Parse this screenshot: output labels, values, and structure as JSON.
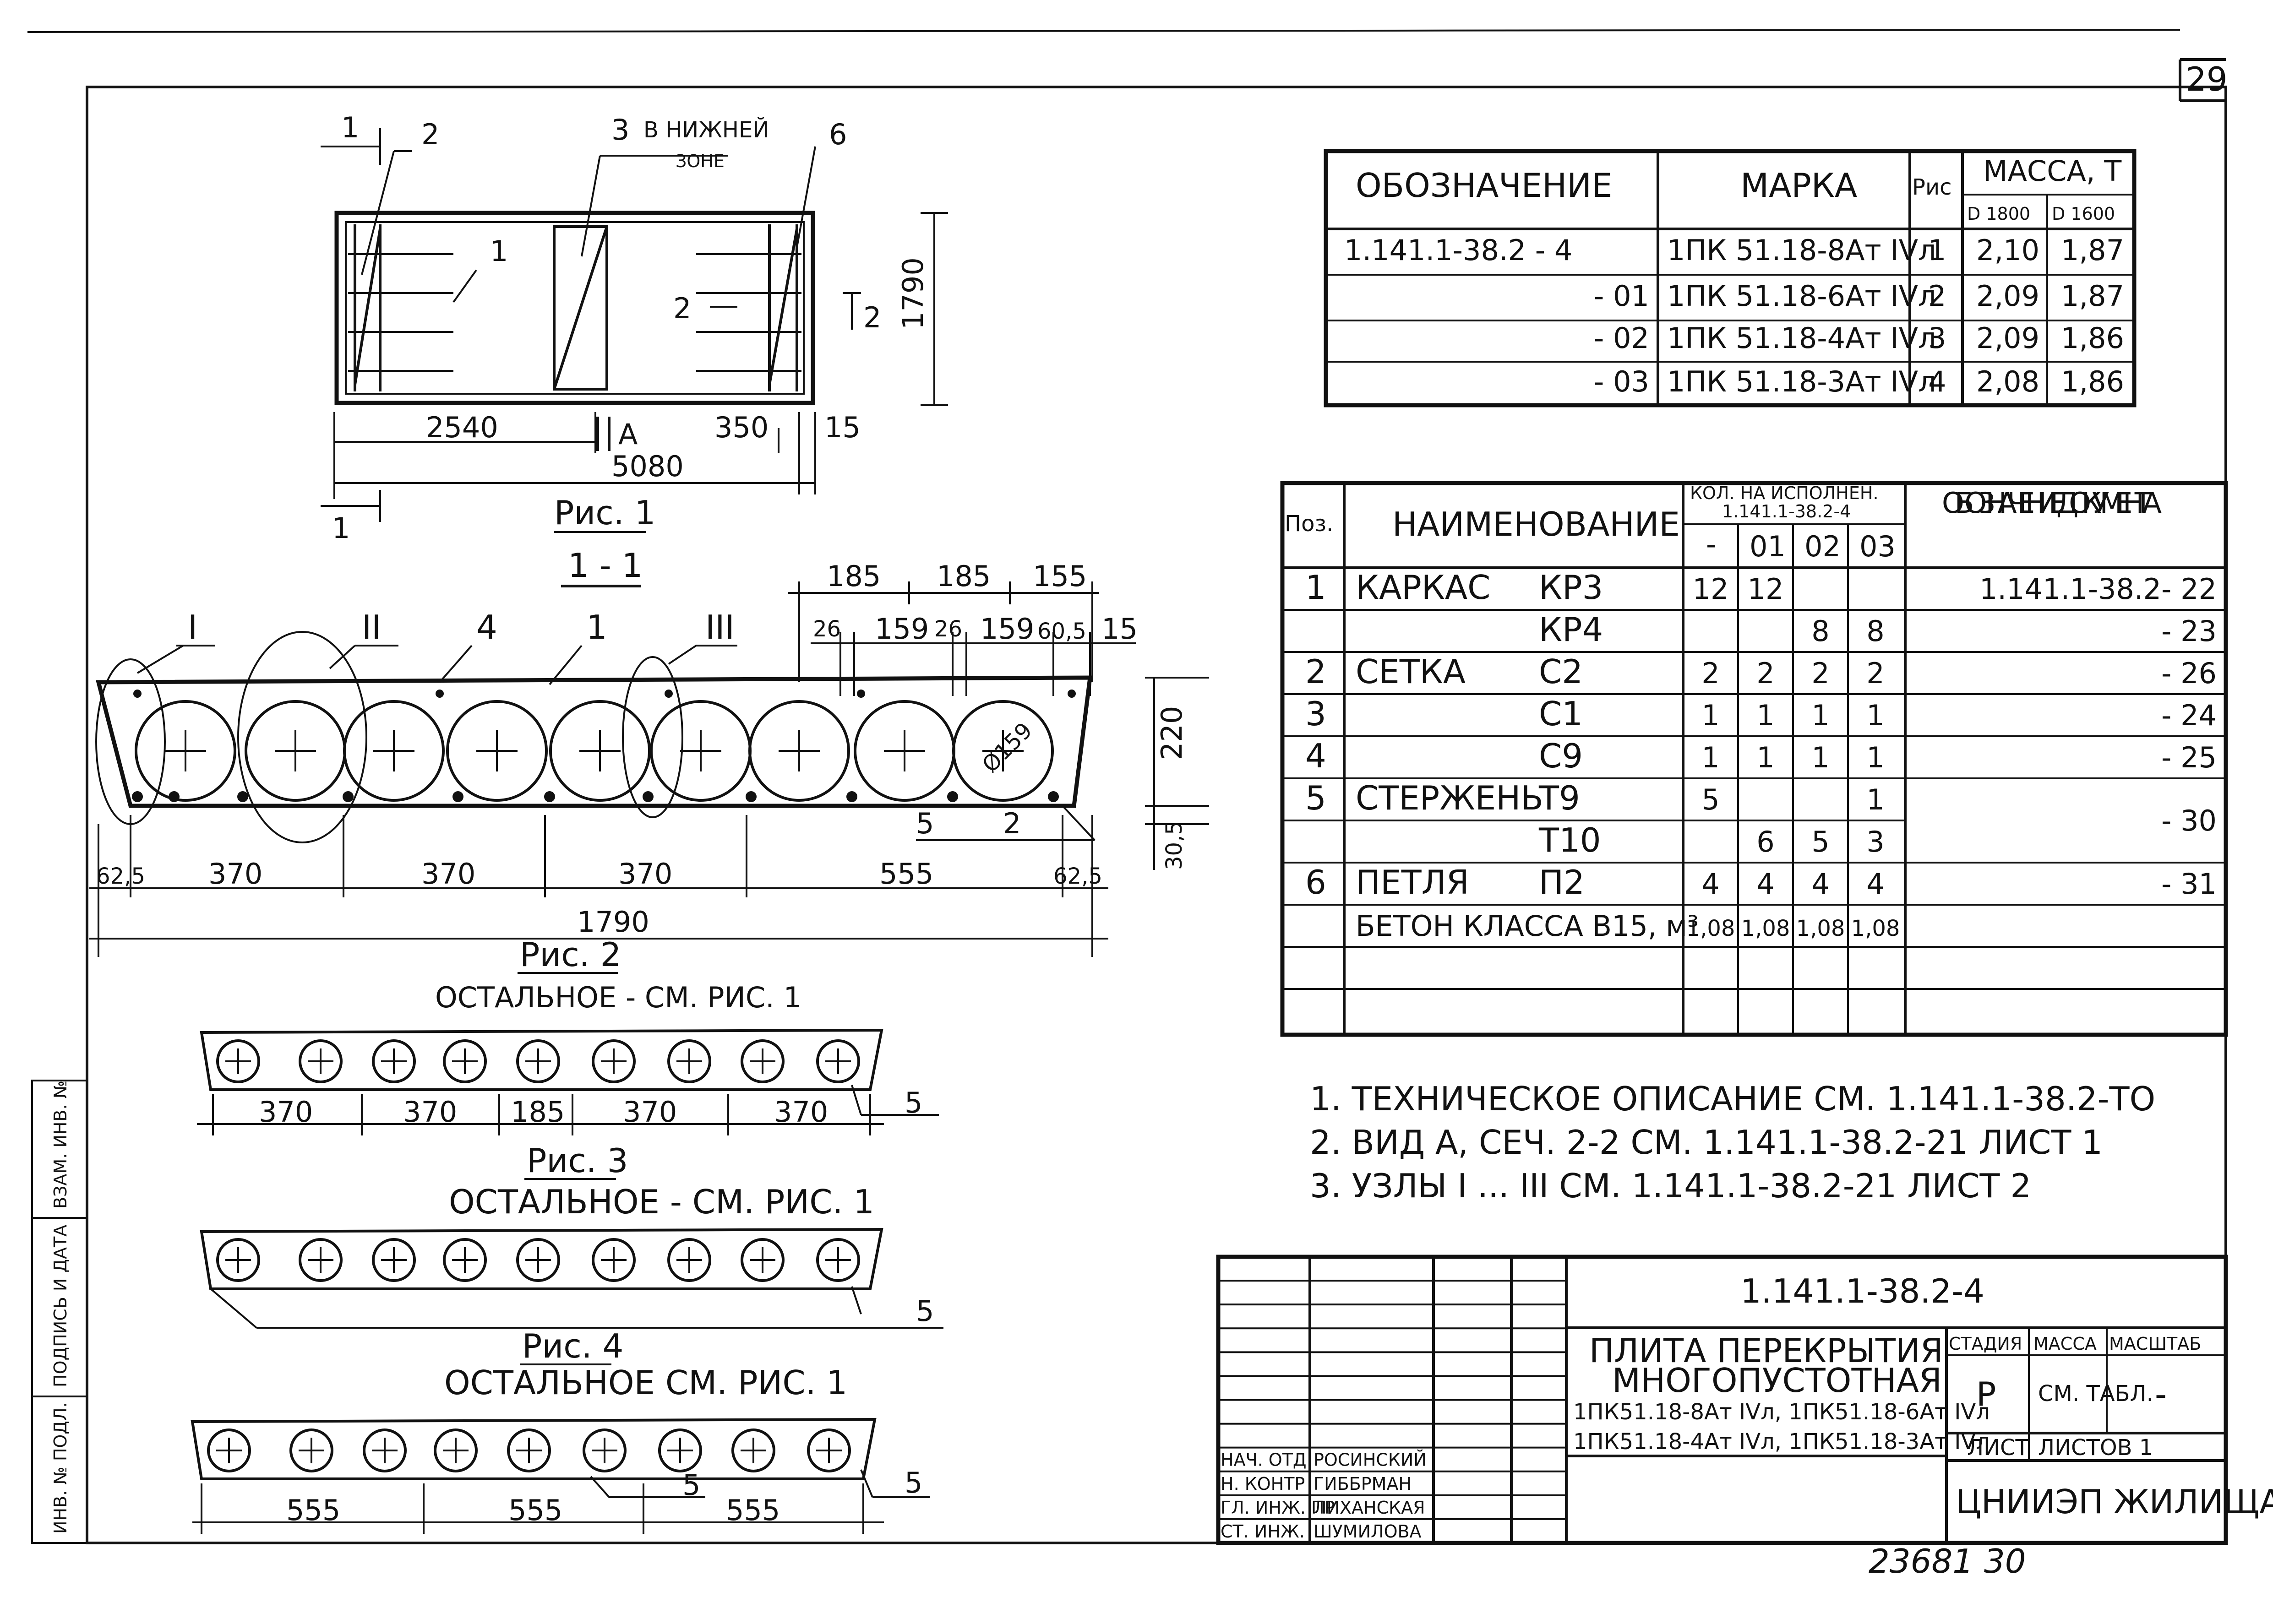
{
  "sheet_number": "29",
  "footer_numbers": "23681   30",
  "fig1": {
    "section_marker": "1",
    "callouts": [
      "2",
      "3",
      "В НИЖНЕЙ",
      "ЗОНЕ",
      "6",
      "1",
      "2",
      "2"
    ],
    "dims": {
      "left": "2540",
      "right": "350",
      "edge": "15",
      "total": "5080",
      "height": "1790",
      "view_arrow": "A"
    },
    "caption": "Рис. 1",
    "section_title": "1 - 1"
  },
  "fig2": {
    "node_marks": [
      "I",
      "II",
      "III"
    ],
    "callouts": [
      "4",
      "1",
      "5",
      "2"
    ],
    "top_dims": [
      "185",
      "185",
      "155"
    ],
    "dims2": [
      "26",
      "159",
      "26",
      "159",
      "60,5",
      "15"
    ],
    "bottom_dims": [
      "62,5",
      "370",
      "370",
      "370",
      "555",
      "62,5"
    ],
    "total": "1790",
    "height": "220",
    "height2": "30,5",
    "diameter": "Ø159",
    "caption": "Рис. 2",
    "note": "ОСТАЛЬНОЕ - СМ. РИС. 1"
  },
  "fig3": {
    "dims": [
      "370",
      "370",
      "185",
      "370",
      "370"
    ],
    "callout": "5",
    "caption": "Рис. 3",
    "note": "ОСТАЛЬНОЕ - СМ. РИС. 1"
  },
  "fig4": {
    "callout": "5",
    "caption": "Рис. 4",
    "note": "ОСТАЛЬНОЕ СМ. РИС. 1"
  },
  "fig5": {
    "dims": [
      "555",
      "555",
      "555"
    ],
    "callouts": [
      "5",
      "5"
    ]
  },
  "mass_table": {
    "headers": {
      "designation": "ОБОЗНАЧЕНИЕ",
      "mark": "МАРКА",
      "fig": "Рис",
      "mass": "МАССА, Т",
      "d1800": "D 1800",
      "d1600": "D 1600"
    },
    "rows": [
      {
        "designation": "1.141.1-38.2 - 4",
        "mark": "1ПК 51.18-8Ат IVл",
        "fig": "1",
        "d1800": "2,10",
        "d1600": "1,87"
      },
      {
        "designation": "- 01",
        "mark": "1ПК 51.18-6Ат IVл",
        "fig": "2",
        "d1800": "2,09",
        "d1600": "1,87"
      },
      {
        "designation": "- 02",
        "mark": "1ПК 51.18-4Ат IVл",
        "fig": "3",
        "d1800": "2,09",
        "d1600": "1,86"
      },
      {
        "designation": "- 03",
        "mark": "1ПК 51.18-3Ат IVл",
        "fig": "4",
        "d1800": "2,08",
        "d1600": "1,86"
      }
    ]
  },
  "spec_table": {
    "headers": {
      "pos": "Поз.",
      "name": "НАИМЕНОВАНИЕ",
      "qty": "КОЛ. НА ИСПОЛНЕН.",
      "qty_sub": "1.141.1-38.2-4",
      "doc": "ОБОЗНАЧЕНИЕ ДОКУМЕНТА",
      "v0": "-",
      "v1": "01",
      "v2": "02",
      "v3": "03"
    },
    "rows": [
      {
        "pos": "1",
        "name": "КАРКАС",
        "mark": "КР3",
        "q": [
          "12",
          "12",
          "",
          ""
        ],
        "doc": "1.141.1-38.2- 22"
      },
      {
        "pos": "",
        "name": "",
        "mark": "КР4",
        "q": [
          "",
          "",
          "8",
          "8"
        ],
        "doc": "- 23"
      },
      {
        "pos": "2",
        "name": "СЕТКА",
        "mark": "С2",
        "q": [
          "2",
          "2",
          "2",
          "2"
        ],
        "doc": "- 26"
      },
      {
        "pos": "3",
        "name": "",
        "mark": "С1",
        "q": [
          "1",
          "1",
          "1",
          "1"
        ],
        "doc": "- 24"
      },
      {
        "pos": "4",
        "name": "",
        "mark": "С9",
        "q": [
          "1",
          "1",
          "1",
          "1"
        ],
        "doc": "- 25"
      },
      {
        "pos": "5",
        "name": "СТЕРЖЕНЬ",
        "mark": "Т9",
        "q": [
          "5",
          "",
          "",
          "1"
        ],
        "doc": "- 30"
      },
      {
        "pos": "",
        "name": "",
        "mark": "Т10",
        "q": [
          "",
          "6",
          "5",
          "3"
        ],
        "doc": ""
      },
      {
        "pos": "6",
        "name": "ПЕТЛЯ",
        "mark": "П2",
        "q": [
          "4",
          "4",
          "4",
          "4"
        ],
        "doc": "- 31"
      },
      {
        "pos": "",
        "name": "БЕТОН КЛАССА В15, м³",
        "mark": "",
        "q": [
          "1,08",
          "1,08",
          "1,08",
          "1,08"
        ],
        "doc": ""
      }
    ]
  },
  "notes": [
    "1. ТЕХНИЧЕСКОЕ ОПИСАНИЕ СМ. 1.141.1-38.2-ТО",
    "2. ВИД А, СЕЧ. 2-2 СМ. 1.141.1-38.2-21 ЛИСТ 1",
    "3. УЗЛЫ I ... III СМ. 1.141.1-38.2-21 ЛИСТ 2"
  ],
  "title_block": {
    "code": "1.141.1-38.2-4",
    "title1": "ПЛИТА ПЕРЕКРЫТИЯ",
    "title2": "МНОГОПУСТОТНАЯ",
    "title3": "1ПК51.18-8Ат IVл, 1ПК51.18-6Ат IVл",
    "title4": "1ПК51.18-4Ат IVл, 1ПК51.18-3Ат IVл",
    "stage_label": "СТАДИЯ",
    "mass_label": "МАССА",
    "scale_label": "МАСШТАБ",
    "stage": "Р",
    "mass": "СМ. ТАБЛ.",
    "scale": "-",
    "sheet_label": "ЛИСТ",
    "sheets_label": "ЛИСТОВ 1",
    "org": "ЦНИИЭП ЖИЛИЩА",
    "people": [
      {
        "role": "НАЧ. ОТД",
        "name": "РОСИНСКИЙ"
      },
      {
        "role": "Н. КОНТР",
        "name": "ГИББРМАН"
      },
      {
        "role": "ГЛ. ИНЖ. ПР",
        "name": "ЛИХАНСКАЯ"
      },
      {
        "role": "СТ. ИНЖ.",
        "name": "ШУМИЛОВА"
      }
    ]
  },
  "side_stamp": [
    "ИНВ. № ПОДЛ.",
    "ПОДПИСЬ И ДАТА",
    "ВЗАМ. ИНВ. №"
  ]
}
